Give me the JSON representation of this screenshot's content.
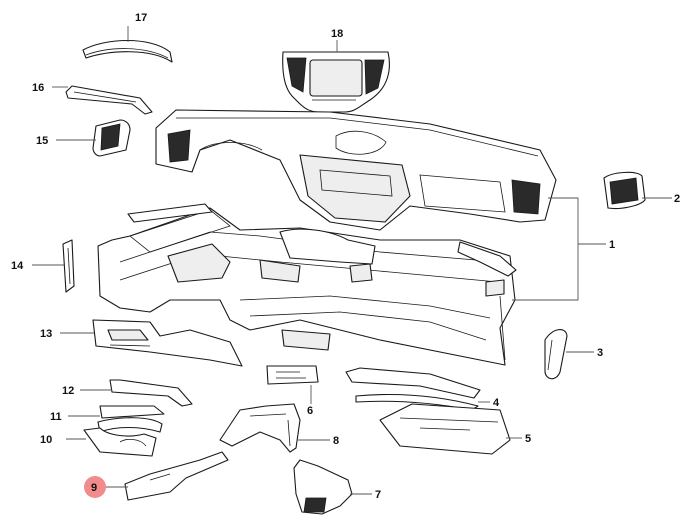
{
  "diagram": {
    "highlight_color": "#f28c8c",
    "line_color": "#1a1a1a",
    "callouts": [
      {
        "id": "c1",
        "label": "1"
      },
      {
        "id": "c2",
        "label": "2"
      },
      {
        "id": "c3",
        "label": "3"
      },
      {
        "id": "c4",
        "label": "4"
      },
      {
        "id": "c5",
        "label": "5"
      },
      {
        "id": "c6",
        "label": "6"
      },
      {
        "id": "c7",
        "label": "7"
      },
      {
        "id": "c8",
        "label": "8"
      },
      {
        "id": "c9",
        "label": "9",
        "highlighted": true
      },
      {
        "id": "c10",
        "label": "10"
      },
      {
        "id": "c11",
        "label": "11"
      },
      {
        "id": "c12",
        "label": "12"
      },
      {
        "id": "c13",
        "label": "13"
      },
      {
        "id": "c14",
        "label": "14"
      },
      {
        "id": "c15",
        "label": "15"
      },
      {
        "id": "c16",
        "label": "16"
      },
      {
        "id": "c17",
        "label": "17"
      },
      {
        "id": "c18",
        "label": "18"
      }
    ]
  }
}
